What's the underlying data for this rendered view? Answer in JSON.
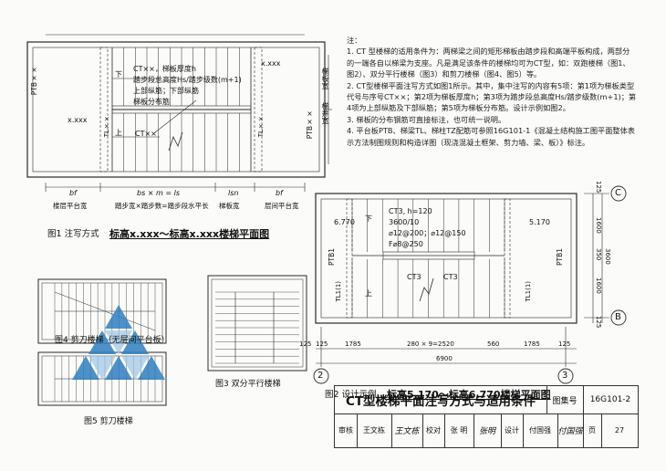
{
  "fig1": {
    "label_ct": "CT××，梯板厚度h",
    "label_step": "踏步段总高度Hs/踏步级数(m+1)",
    "label_rebar": "上部纵筋；下部纵筋",
    "label_dist": "梯板分布筋",
    "label_ctshort": "CT××",
    "elev_upper": "x.xxx",
    "elev_lower": "x.xxx",
    "ptb_left": "PTB××",
    "ptb_right": "PTB××",
    "tl_left": "TL××",
    "tl_right": "TL××",
    "up": "上",
    "down": "下",
    "stair_slab_width": "梯板宽",
    "well_width": "梯井宽",
    "dim_bf": "bf",
    "dim_bs": "bs × m = ls",
    "dim_lsn": "lsn",
    "dim_bf2": "bf",
    "bottom_left": "楼层平台宽",
    "bottom_mid": "踏步宽×踏步数=踏步段水平长",
    "bottom_right_a": "梯板宽",
    "bottom_right_b": "层间平台宽",
    "caption_pre": "图1  注写方式",
    "caption_main": "标高x.xxx～标高x.xxx楼梯平面图"
  },
  "notes": [
    "注：",
    "1. CT 型楼梯的适用条件为：两梯梁之间的矩形梯板由踏步段和高端平板构成，两部分的一端各自以梯梁为支座。凡是满足该条件的楼梯均可为CT型，如：双跑楼梯（图1、图2）、双分平行楼梯（图3）和剪刀楼梯（图4、图5）等。",
    "2. CT型楼梯平面注写方式如图1所示。其中，集中注写的内容有5项：第1项为梯板类型代号与序号CT××；第2项为梯板厚度h；第3项为踏步段总高度Hs/踏步级数(m+1)；第4项为上部纵筋及下部纵筋；第5项为梯板分布筋。设计示例如图2。",
    "3. 梯板的分布钢筋可直接标注，也可统一说明。",
    "4. 平台板PTB、梯梁TL、梯柱TZ配筋可参照16G101-1《混凝土结构施工图平面整体表示方法制图规则和构造详图（现浇混凝土框架、剪力墙、梁、板）》标注。"
  ],
  "fig2": {
    "elev_left": "6.770",
    "elev_right": "5.170",
    "ct_lines": [
      "CT3, h=120",
      "3600/10",
      "⌀12@200；⌀12@150",
      "F⌀8@250"
    ],
    "ct3_a": "CT3",
    "ct3_b": "CT3",
    "ptb_left": "PTB1",
    "ptb_right": "PTB1",
    "tl_left": "TL1(1)",
    "tl_right": "TL1(1)",
    "up": "上",
    "down": "下",
    "axis_c": "C",
    "axis_b": "B",
    "axis_2": "2",
    "axis_3": "3",
    "dims_bottom": [
      "125",
      "1785",
      "280 × 9=2520",
      "560",
      "1785",
      "125"
    ],
    "dim_total": "6900",
    "dim_left_small": "125",
    "dims_right": [
      "125",
      "1600",
      "350",
      "1600",
      "125"
    ],
    "dim_right_total": "3600",
    "caption_pre": "图2  设计示例",
    "caption_main": "标高5.170～标高6.770楼梯平面图"
  },
  "fig3_caption": "图3  双分平行楼梯",
  "fig4_caption": "图4  剪刀楼梯（无层间平台板）",
  "fig5_caption": "图5  剪刀楼梯",
  "titleblock": {
    "title": "CT型楼梯平面注写方式与适用条件",
    "atlas_label": "图集号",
    "atlas_no": "16G101-2",
    "review": "审核",
    "reviewer": "王文栋",
    "check": "校对",
    "checker": "张  明",
    "design": "设计",
    "designer": "付国强",
    "page_label": "页",
    "page_no": "27"
  },
  "colors": {
    "line": "#2a2a2a",
    "watermark": "#2f7fc0"
  }
}
